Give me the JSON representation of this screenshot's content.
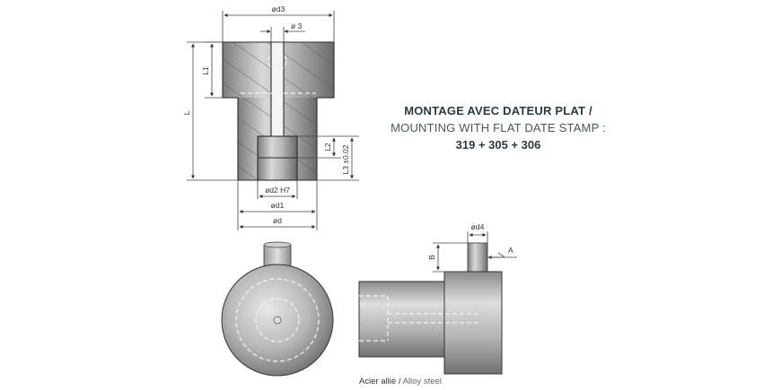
{
  "title": {
    "line1": "MONTAGE AVEC DATEUR PLAT /",
    "line2": "MOUNTING WITH FLAT DATE STAMP :",
    "line3": "319 + 305 + 306"
  },
  "material": {
    "fr": "Acier allié",
    "separator": " / ",
    "en": "Alloy steel"
  },
  "dimensions": {
    "d3": "ød3",
    "phi3": "ø 3",
    "l1": "L1",
    "l": "L",
    "l2": "L2",
    "l3": "L3 ±0.02",
    "d2": "ød2 H7",
    "d1": "ød1",
    "d": "ød",
    "d4": "ød4",
    "a": "A",
    "b": "B"
  },
  "colors": {
    "metal_light": "#dcdcdc",
    "metal_mid": "#a9a9a9",
    "metal_dark": "#6f6f6f",
    "title_dark": "#2b3a3d"
  }
}
